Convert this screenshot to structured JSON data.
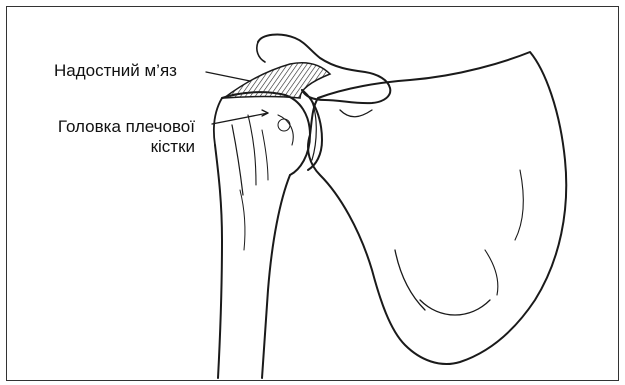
{
  "labels": {
    "supraspinatus": "Надостний м’яз",
    "humeral_head_line1": "Головка плечової",
    "humeral_head_line2": "кістки"
  }
}
